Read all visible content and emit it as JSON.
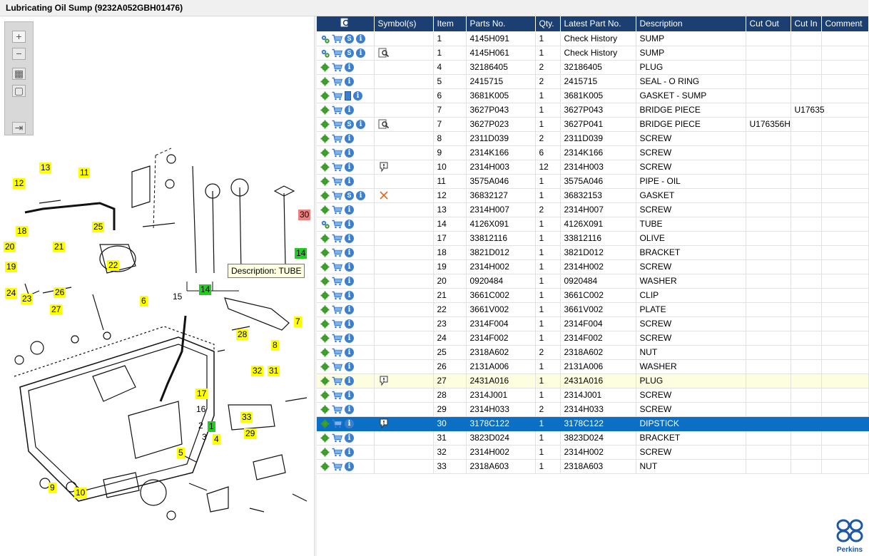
{
  "window": {
    "title": "Lubricating Oil Sump (9232A052GBH01476)"
  },
  "toolbox": {
    "buttons": [
      {
        "name": "zoom-in",
        "glyph": "+"
      },
      {
        "name": "zoom-out",
        "glyph": "−"
      },
      {
        "name": "fit-all",
        "glyph": "▦"
      },
      {
        "name": "window-zoom",
        "glyph": "▢"
      },
      {
        "name": "export",
        "glyph": "⇥"
      }
    ]
  },
  "diagram": {
    "tooltip": "Description: TUBE",
    "callouts": [
      "13",
      "11",
      "12",
      "18",
      "25",
      "20",
      "21",
      "19",
      "22",
      "24",
      "23",
      "26",
      "27",
      "6",
      "15",
      "14",
      "30",
      "14",
      "7",
      "28",
      "8",
      "32",
      "31",
      "17",
      "16",
      "33",
      "3",
      "2",
      "1",
      "29",
      "4",
      "5",
      "9",
      "10"
    ]
  },
  "grid": {
    "columns": [
      "",
      "Symbol(s)",
      "Item",
      "Parts No.",
      "Qty.",
      "Latest Part No.",
      "Description",
      "Cut Out",
      "Cut In",
      "Comment"
    ],
    "rows": [
      {
        "icons": [
          "gears",
          "cart",
          "s",
          "i"
        ],
        "symbol": "doc-search-none",
        "item": "1",
        "part_no": "4145H091",
        "qty": "1",
        "latest": "Check History",
        "desc": "SUMP",
        "cut_out": "",
        "cut_in": "",
        "comment": ""
      },
      {
        "icons": [
          "gears",
          "cart",
          "s",
          "i"
        ],
        "symbol": "doc-search",
        "item": "1",
        "part_no": "4145H061",
        "qty": "1",
        "latest": "Check History",
        "desc": "SUMP",
        "cut_out": "",
        "cut_in": "",
        "comment": ""
      },
      {
        "icons": [
          "gear",
          "cart",
          "i"
        ],
        "symbol": "",
        "item": "4",
        "part_no": "32186405",
        "qty": "2",
        "latest": "32186405",
        "desc": "PLUG",
        "cut_out": "",
        "cut_in": "",
        "comment": ""
      },
      {
        "icons": [
          "gear",
          "cart",
          "i"
        ],
        "symbol": "",
        "item": "5",
        "part_no": "2415715",
        "qty": "2",
        "latest": "2415715",
        "desc": "SEAL - O RING",
        "cut_out": "",
        "cut_in": "",
        "comment": ""
      },
      {
        "icons": [
          "gear",
          "cart",
          "doc",
          "i"
        ],
        "symbol": "",
        "item": "6",
        "part_no": "3681K005",
        "qty": "1",
        "latest": "3681K005",
        "desc": "GASKET - SUMP",
        "cut_out": "",
        "cut_in": "",
        "comment": ""
      },
      {
        "icons": [
          "gear",
          "cart",
          "i"
        ],
        "symbol": "",
        "item": "7",
        "part_no": "3627P043",
        "qty": "1",
        "latest": "3627P043",
        "desc": "BRIDGE PIECE",
        "cut_out": "",
        "cut_in": "U17635",
        "comment": ""
      },
      {
        "icons": [
          "gear",
          "cart",
          "s",
          "i"
        ],
        "symbol": "doc-search",
        "item": "7",
        "part_no": "3627P023",
        "qty": "1",
        "latest": "3627P041",
        "desc": "BRIDGE PIECE",
        "cut_out": "U176356H",
        "cut_in": "",
        "comment": ""
      },
      {
        "icons": [
          "gear",
          "cart",
          "i"
        ],
        "symbol": "",
        "item": "8",
        "part_no": "2311D039",
        "qty": "2",
        "latest": "2311D039",
        "desc": "SCREW",
        "cut_out": "",
        "cut_in": "",
        "comment": ""
      },
      {
        "icons": [
          "gear",
          "cart",
          "i"
        ],
        "symbol": "",
        "item": "9",
        "part_no": "2314K166",
        "qty": "6",
        "latest": "2314K166",
        "desc": "SCREW",
        "cut_out": "",
        "cut_in": "",
        "comment": ""
      },
      {
        "icons": [
          "gear",
          "cart",
          "i"
        ],
        "symbol": "note",
        "item": "10",
        "part_no": "2314H003",
        "qty": "12",
        "latest": "2314H003",
        "desc": "SCREW",
        "cut_out": "",
        "cut_in": "",
        "comment": ""
      },
      {
        "icons": [
          "gear",
          "cart",
          "i"
        ],
        "symbol": "",
        "item": "11",
        "part_no": "3575A046",
        "qty": "1",
        "latest": "3575A046",
        "desc": "PIPE - OIL",
        "cut_out": "",
        "cut_in": "",
        "comment": ""
      },
      {
        "icons": [
          "gear",
          "cart",
          "s",
          "i"
        ],
        "symbol": "cross",
        "item": "12",
        "part_no": "36832127",
        "qty": "1",
        "latest": "36832153",
        "desc": "GASKET",
        "cut_out": "",
        "cut_in": "",
        "comment": ""
      },
      {
        "icons": [
          "gear",
          "cart",
          "i"
        ],
        "symbol": "",
        "item": "13",
        "part_no": "2314H007",
        "qty": "2",
        "latest": "2314H007",
        "desc": "SCREW",
        "cut_out": "",
        "cut_in": "",
        "comment": ""
      },
      {
        "icons": [
          "gears",
          "cart",
          "i"
        ],
        "symbol": "",
        "item": "14",
        "part_no": "4126X091",
        "qty": "1",
        "latest": "4126X091",
        "desc": "TUBE",
        "cut_out": "",
        "cut_in": "",
        "comment": ""
      },
      {
        "icons": [
          "gear",
          "cart",
          "i"
        ],
        "symbol": "",
        "item": "17",
        "part_no": "33812116",
        "qty": "1",
        "latest": "33812116",
        "desc": "OLIVE",
        "cut_out": "",
        "cut_in": "",
        "comment": ""
      },
      {
        "icons": [
          "gear",
          "cart",
          "i"
        ],
        "symbol": "",
        "item": "18",
        "part_no": "3821D012",
        "qty": "1",
        "latest": "3821D012",
        "desc": "BRACKET",
        "cut_out": "",
        "cut_in": "",
        "comment": ""
      },
      {
        "icons": [
          "gear",
          "cart",
          "i"
        ],
        "symbol": "",
        "item": "19",
        "part_no": "2314H002",
        "qty": "1",
        "latest": "2314H002",
        "desc": "SCREW",
        "cut_out": "",
        "cut_in": "",
        "comment": ""
      },
      {
        "icons": [
          "gear",
          "cart",
          "i"
        ],
        "symbol": "",
        "item": "20",
        "part_no": "0920484",
        "qty": "1",
        "latest": "0920484",
        "desc": "WASHER",
        "cut_out": "",
        "cut_in": "",
        "comment": ""
      },
      {
        "icons": [
          "gear",
          "cart",
          "i"
        ],
        "symbol": "",
        "item": "21",
        "part_no": "3661C002",
        "qty": "1",
        "latest": "3661C002",
        "desc": "CLIP",
        "cut_out": "",
        "cut_in": "",
        "comment": ""
      },
      {
        "icons": [
          "gear",
          "cart",
          "i"
        ],
        "symbol": "",
        "item": "22",
        "part_no": "3661V002",
        "qty": "1",
        "latest": "3661V002",
        "desc": "PLATE",
        "cut_out": "",
        "cut_in": "",
        "comment": ""
      },
      {
        "icons": [
          "gear",
          "cart",
          "i"
        ],
        "symbol": "",
        "item": "23",
        "part_no": "2314F004",
        "qty": "1",
        "latest": "2314F004",
        "desc": "SCREW",
        "cut_out": "",
        "cut_in": "",
        "comment": ""
      },
      {
        "icons": [
          "gear",
          "cart",
          "i"
        ],
        "symbol": "",
        "item": "24",
        "part_no": "2314F002",
        "qty": "1",
        "latest": "2314F002",
        "desc": "SCREW",
        "cut_out": "",
        "cut_in": "",
        "comment": ""
      },
      {
        "icons": [
          "gear",
          "cart",
          "i"
        ],
        "symbol": "",
        "item": "25",
        "part_no": "2318A602",
        "qty": "2",
        "latest": "2318A602",
        "desc": "NUT",
        "cut_out": "",
        "cut_in": "",
        "comment": ""
      },
      {
        "icons": [
          "gear",
          "cart",
          "i"
        ],
        "symbol": "",
        "item": "26",
        "part_no": "2131A006",
        "qty": "1",
        "latest": "2131A006",
        "desc": "WASHER",
        "cut_out": "",
        "cut_in": "",
        "comment": ""
      },
      {
        "icons": [
          "gear",
          "cart",
          "i"
        ],
        "symbol": "note",
        "item": "27",
        "part_no": "2431A016",
        "qty": "1",
        "latest": "2431A016",
        "desc": "PLUG",
        "cut_out": "",
        "cut_in": "",
        "comment": "",
        "state": "hl"
      },
      {
        "icons": [
          "gear",
          "cart",
          "i"
        ],
        "symbol": "",
        "item": "28",
        "part_no": "2314J001",
        "qty": "1",
        "latest": "2314J001",
        "desc": "SCREW",
        "cut_out": "",
        "cut_in": "",
        "comment": ""
      },
      {
        "icons": [
          "gear",
          "cart",
          "i"
        ],
        "symbol": "",
        "item": "29",
        "part_no": "2314H033",
        "qty": "2",
        "latest": "2314H033",
        "desc": "SCREW",
        "cut_out": "",
        "cut_in": "",
        "comment": ""
      },
      {
        "icons": [
          "gear",
          "cart",
          "i"
        ],
        "symbol": "note",
        "item": "30",
        "part_no": "3178C122",
        "qty": "1",
        "latest": "3178C122",
        "desc": "DIPSTICK",
        "cut_out": "",
        "cut_in": "",
        "comment": "",
        "state": "sel"
      },
      {
        "icons": [
          "gear",
          "cart",
          "i"
        ],
        "symbol": "",
        "item": "31",
        "part_no": "3823D024",
        "qty": "1",
        "latest": "3823D024",
        "desc": "BRACKET",
        "cut_out": "",
        "cut_in": "",
        "comment": ""
      },
      {
        "icons": [
          "gear",
          "cart",
          "i"
        ],
        "symbol": "",
        "item": "32",
        "part_no": "2314H002",
        "qty": "1",
        "latest": "2314H002",
        "desc": "SCREW",
        "cut_out": "",
        "cut_in": "",
        "comment": ""
      },
      {
        "icons": [
          "gear",
          "cart",
          "i"
        ],
        "symbol": "",
        "item": "33",
        "part_no": "2318A603",
        "qty": "1",
        "latest": "2318A603",
        "desc": "NUT",
        "cut_out": "",
        "cut_in": "",
        "comment": ""
      }
    ]
  },
  "brand": {
    "name": "Perkins",
    "color": "#1b58a8"
  },
  "colors": {
    "header": "#1b3f72",
    "selected": "#0a6fc5",
    "callout_yellow": "#ffff00",
    "callout_green": "#22cc22",
    "callout_red": "#f08080",
    "highlight": "#fdfde0"
  }
}
